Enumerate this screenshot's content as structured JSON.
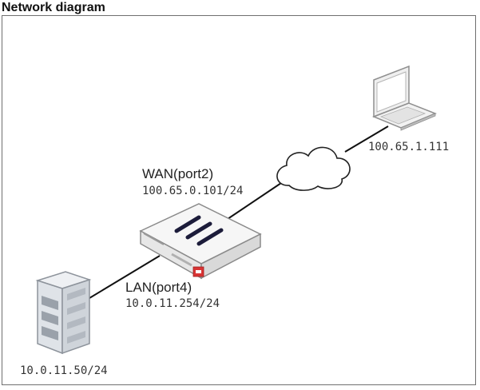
{
  "title": "Network diagram",
  "nodes": {
    "laptop": {
      "ip": "100.65.1.111"
    },
    "firewall": {
      "wan_label": "WAN(port2)",
      "wan_ip": "100.65.0.101/24",
      "lan_label": "LAN(port4)",
      "lan_ip": "10.0.11.254/24"
    },
    "server": {
      "ip": "10.0.11.50/24"
    }
  },
  "links": [
    {
      "from": "server",
      "to": "firewall",
      "interface": "port4"
    },
    {
      "from": "firewall",
      "to": "internet-cloud",
      "interface": "port2"
    },
    {
      "from": "internet-cloud",
      "to": "laptop"
    }
  ],
  "colors": {
    "device_body": "#f4f4f4",
    "device_stroke": "#8a8a8a",
    "server_face": "#d9dde3",
    "server_stripe": "#9aa1aa",
    "firewall_stripes": "#1c1c3a",
    "firewall_badge": "#d83434",
    "link": "#111111"
  }
}
